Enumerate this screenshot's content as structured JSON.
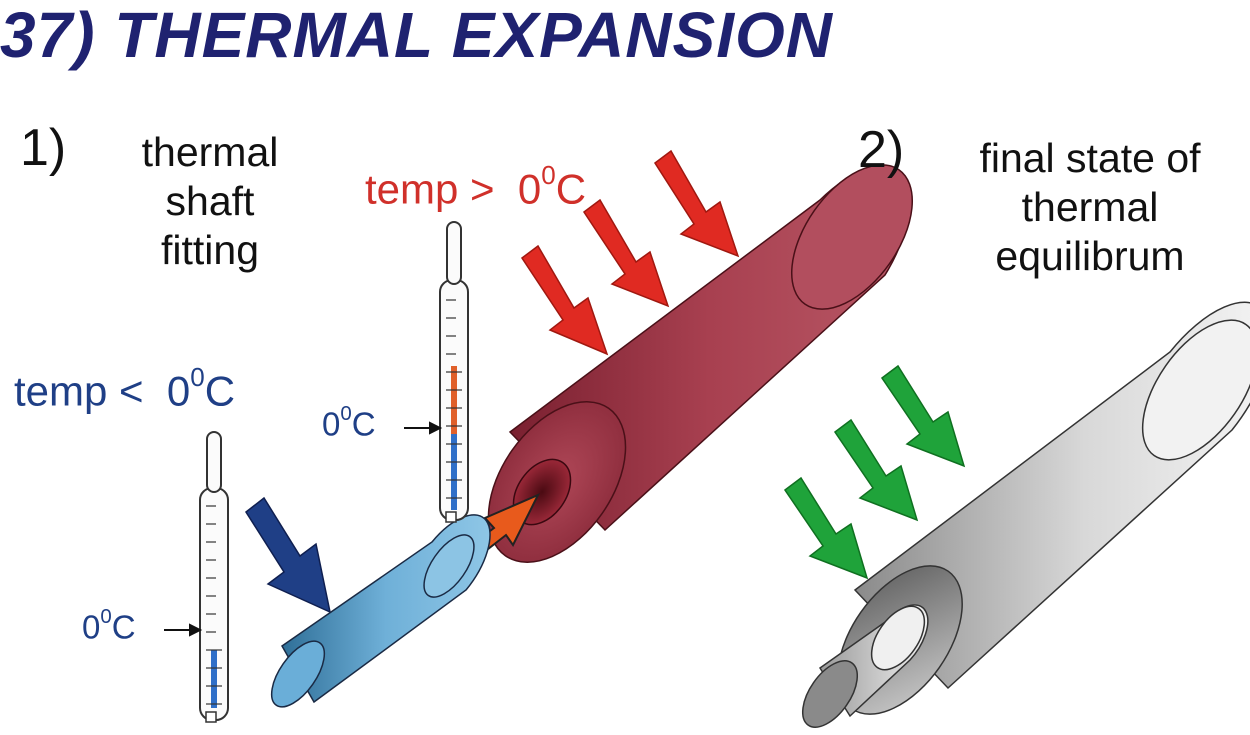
{
  "title": "37) THERMAL EXPANSION",
  "step1": {
    "number": "1)",
    "lines": [
      "thermal",
      "shaft",
      "fitting"
    ]
  },
  "step2": {
    "number": "2)",
    "lines": [
      "final state of",
      "thermal",
      "equilibrum"
    ]
  },
  "cold_temp": {
    "prefix": "temp <",
    "value": "0",
    "sup": "0",
    "unit": "C",
    "color": "#1f3f86"
  },
  "hot_temp": {
    "prefix": "temp >",
    "value": "0",
    "sup": "0",
    "unit": "C",
    "color": "#d0302a"
  },
  "thermo_low": {
    "value": "0",
    "sup": "0",
    "unit": "C",
    "fill_fraction": 0.18
  },
  "thermo_high": {
    "value": "0",
    "sup": "0",
    "unit": "C",
    "fill_fraction": 0.55
  },
  "colors": {
    "title": "#1f2270",
    "shaft_cold": "#6fb0d8",
    "sleeve_hot": "#9a3646",
    "arrow_red": "#e02a22",
    "arrow_blue": "#1f3f86",
    "arrow_green": "#1fa33a",
    "insert_arrow": "#e85a1c",
    "final_metal": "#c8c8c8"
  }
}
